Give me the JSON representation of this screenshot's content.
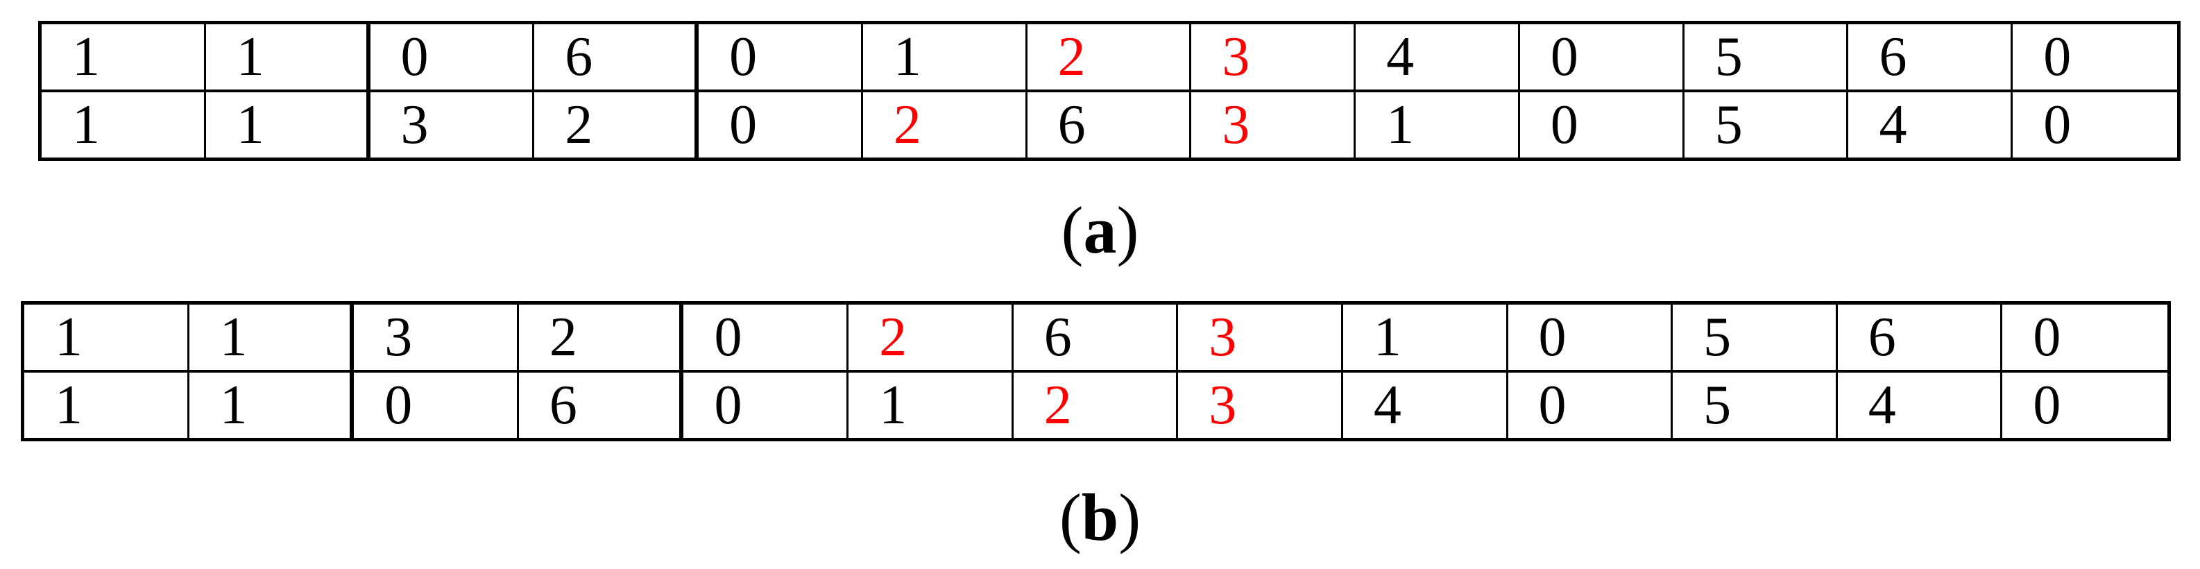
{
  "figure": {
    "description_colors": {
      "highlight_red": "#ff0000",
      "text_black": "#000000",
      "border_black": "#000000",
      "background": "#ffffff"
    },
    "panels": [
      {
        "id": "a",
        "caption": {
          "open": "(",
          "letter": "a",
          "close": ")"
        },
        "columns": 13,
        "thick_after_columns": [
          2,
          4
        ],
        "rows": [
          {
            "values": [
              "1",
              "1",
              "0",
              "6",
              "0",
              "1",
              "2",
              "3",
              "4",
              "0",
              "5",
              "6",
              "0"
            ],
            "red_cols": [
              7,
              8
            ]
          },
          {
            "values": [
              "1",
              "1",
              "3",
              "2",
              "0",
              "2",
              "6",
              "3",
              "1",
              "0",
              "5",
              "4",
              "0"
            ],
            "red_cols": [
              6,
              8
            ]
          }
        ]
      },
      {
        "id": "b",
        "caption": {
          "open": "(",
          "letter": "b",
          "close": ")"
        },
        "columns": 13,
        "thick_after_columns": [
          2,
          4
        ],
        "rows": [
          {
            "values": [
              "1",
              "1",
              "3",
              "2",
              "0",
              "2",
              "6",
              "3",
              "1",
              "0",
              "5",
              "6",
              "0"
            ],
            "red_cols": [
              6,
              8
            ]
          },
          {
            "values": [
              "1",
              "1",
              "0",
              "6",
              "0",
              "1",
              "2",
              "3",
              "4",
              "0",
              "5",
              "4",
              "0"
            ],
            "red_cols": [
              7,
              8
            ]
          }
        ]
      }
    ]
  }
}
